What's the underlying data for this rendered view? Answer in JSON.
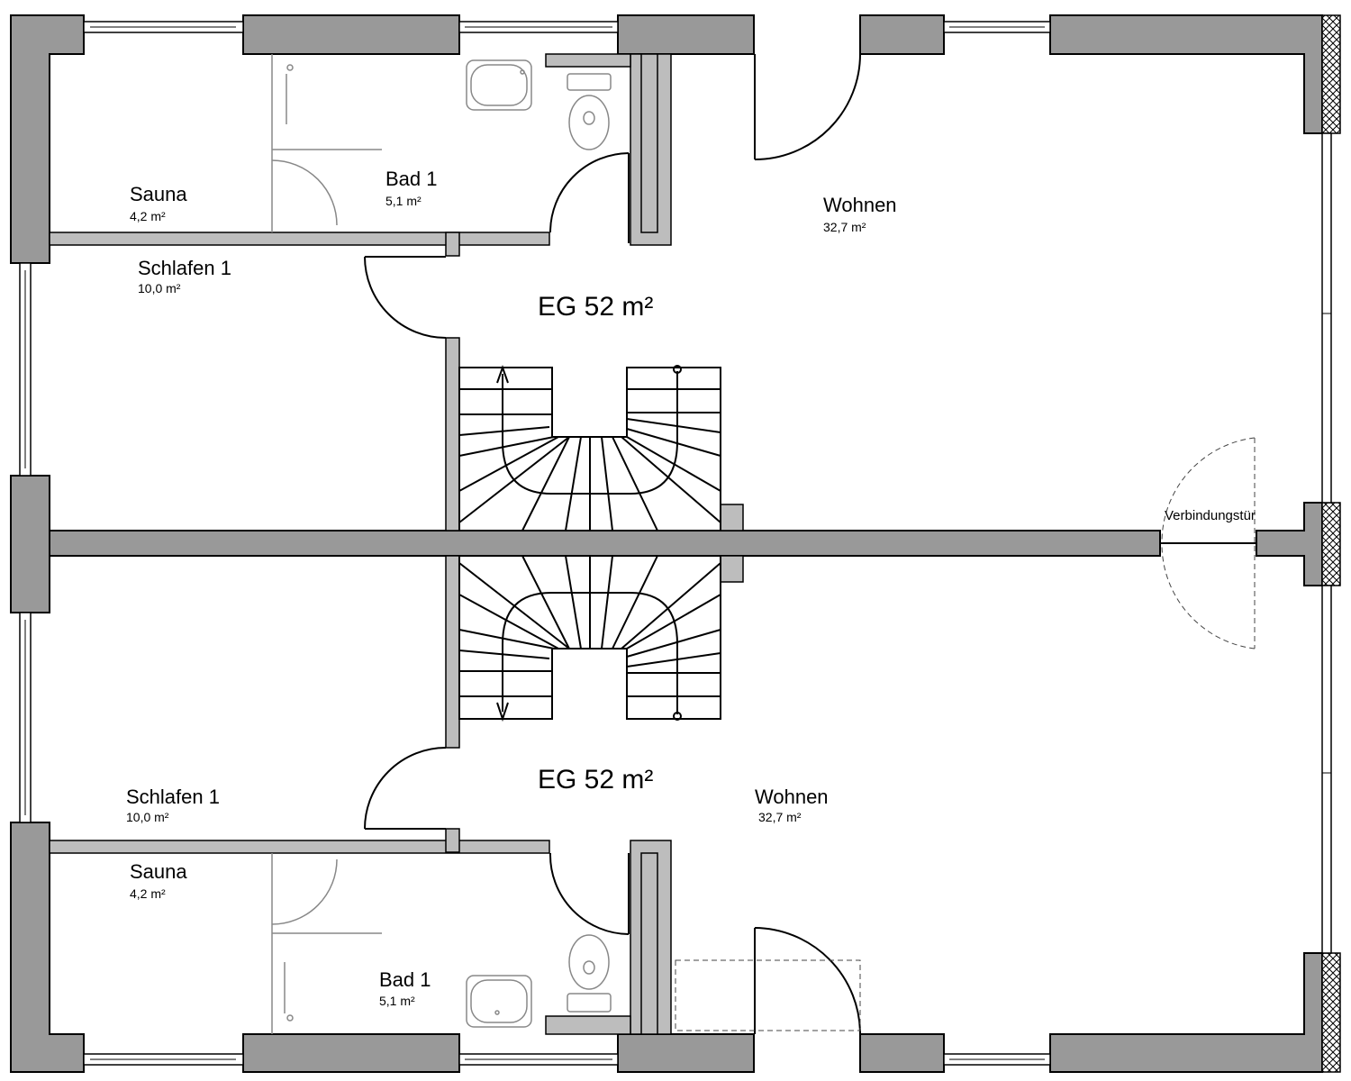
{
  "rooms_top": {
    "sauna": {
      "name": "Sauna",
      "area": "4,2 m²"
    },
    "bad": {
      "name": "Bad 1",
      "area": "5,1 m²"
    },
    "wohnen": {
      "name": "Wohnen",
      "area": "32,7 m²"
    },
    "schlafen": {
      "name": "Schlafen 1",
      "area": "10,0 m²"
    },
    "floor": "EG 52 m²"
  },
  "rooms_bottom": {
    "schlafen": {
      "name": "Schlafen 1",
      "area": "10,0 m²"
    },
    "sauna": {
      "name": "Sauna",
      "area": "4,2 m²"
    },
    "bad": {
      "name": "Bad 1",
      "area": "5,1 m²"
    },
    "wohnen": {
      "name": "Wohnen",
      "area": "32,7 m²"
    },
    "floor": "EG 52 m²"
  },
  "connecting_door": "Verbindungstür",
  "colors": {
    "wall": "#999999",
    "inner_wall": "#bdbdbd",
    "line": "#000000"
  }
}
